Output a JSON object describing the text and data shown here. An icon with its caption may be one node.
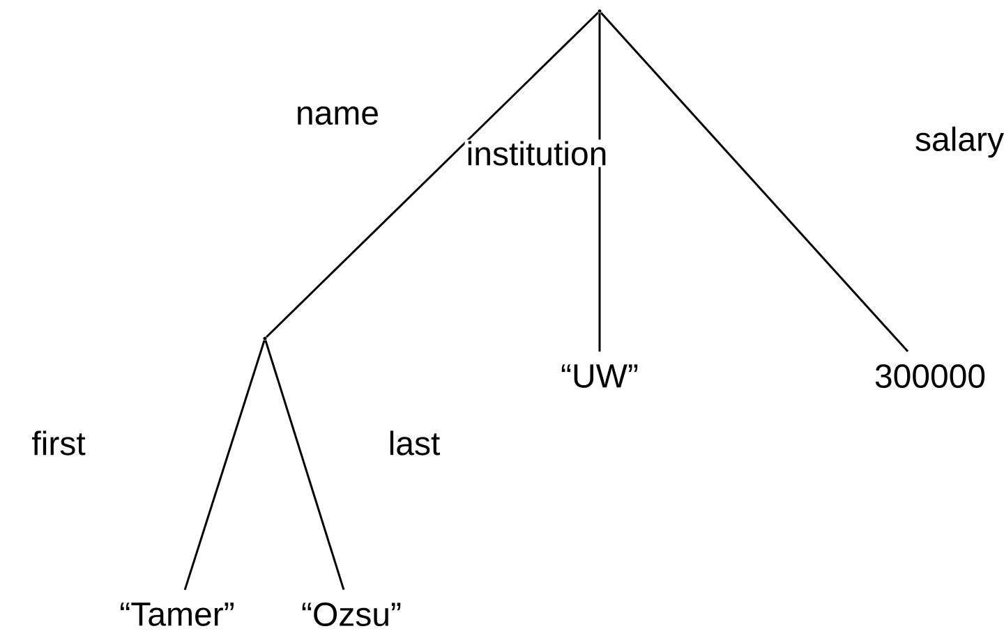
{
  "diagram": {
    "nodes": [
      {
        "text": [],
        "shape": "point"
      },
      {
        "text": [],
        "shape": "point"
      },
      {
        "text": [
          "“Tamer”"
        ]
      },
      {
        "text": [
          "“Ozsu”"
        ]
      },
      {
        "text": [
          "“UW”"
        ]
      },
      {
        "text": [
          "300000"
        ]
      }
    ],
    "edges": [
      {
        "from": 0,
        "to": 1,
        "arrow": "none",
        "label": "name"
      },
      {
        "from": 0,
        "to": 4,
        "arrow": "none",
        "label": "institution"
      },
      {
        "from": 0,
        "to": 5,
        "arrow": "none",
        "label": "salary"
      },
      {
        "from": 1,
        "to": 2,
        "arrow": "none",
        "label": "first"
      },
      {
        "from": 1,
        "to": 3,
        "arrow": "none",
        "label": "last"
      }
    ]
  }
}
